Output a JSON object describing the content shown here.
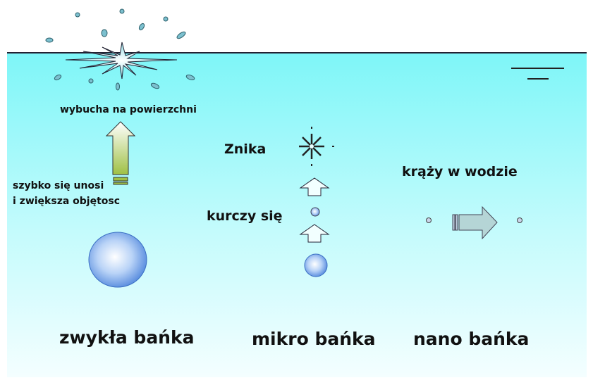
{
  "labels": {
    "explode": "wybucha na powierzchni",
    "rises_line1": "szybko się unosi",
    "rises_line2": "i zwiększa objętosc",
    "disappears": "Znika",
    "shrinks": "kurczy się",
    "circulates": "krąży w wodzie",
    "ordinary_bubble": "zwykła bańka",
    "micro_bubble": "mikro bańka",
    "nano_bubble": "nano bańka"
  },
  "colors": {
    "water_top": "#7ef6f8",
    "water_bottom": "#f2feff",
    "drop": "#6fb8c8",
    "bubble": "#5b8fe0"
  }
}
